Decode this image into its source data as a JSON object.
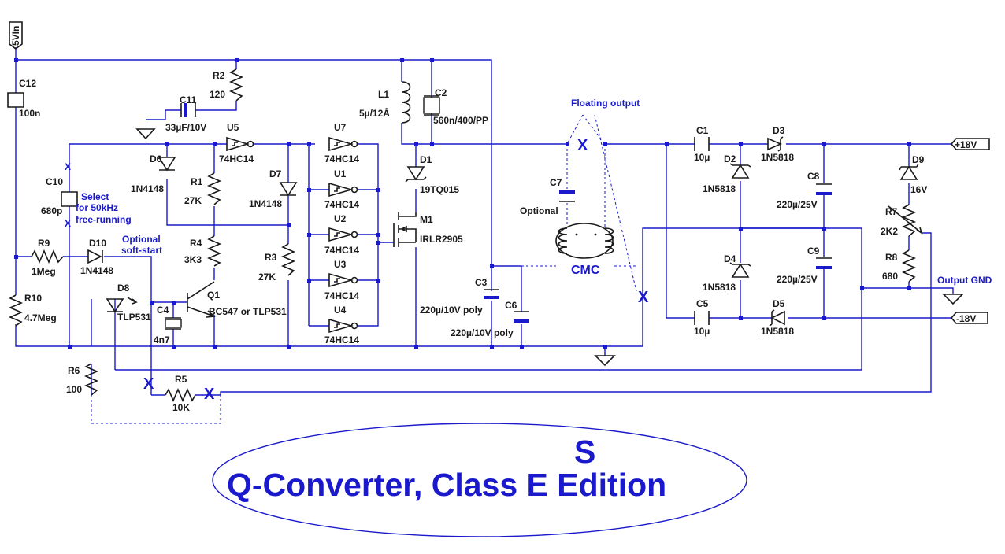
{
  "title": {
    "line1": "S",
    "line2": "Q-Converter, Class E Edition"
  },
  "ports": {
    "vin": "5VIn",
    "pos": "+18V",
    "neg": "-18V"
  },
  "notes": {
    "select1": "Select",
    "select2": "for 50kHz",
    "select3": "free-running",
    "softstart1": "Optional",
    "softstart2": "soft-start",
    "floating": "Floating output",
    "optional_c7": "Optional",
    "cmc": "CMC",
    "output_gnd": "Output GND",
    "x_mark": "X"
  },
  "components": {
    "C12": {
      "ref": "C12",
      "value": "100n"
    },
    "R2": {
      "ref": "R2",
      "value": "120"
    },
    "C11": {
      "ref": "C11",
      "value": "33µF/10V"
    },
    "U5": {
      "ref": "U5",
      "value": "74HC14"
    },
    "U7": {
      "ref": "U7",
      "value": "74HC14"
    },
    "U1": {
      "ref": "U1",
      "value": "74HC14"
    },
    "U2": {
      "ref": "U2",
      "value": "74HC14"
    },
    "U3": {
      "ref": "U3",
      "value": "74HC14"
    },
    "U4": {
      "ref": "U4",
      "value": "74HC14"
    },
    "L1": {
      "ref": "L1",
      "value": "5µ/12Â"
    },
    "C2": {
      "ref": "C2",
      "value": "560n/400/PP"
    },
    "D6": {
      "ref": "D6",
      "value": "1N4148"
    },
    "R1": {
      "ref": "R1",
      "value": "27K"
    },
    "D7": {
      "ref": "D7",
      "value": "1N4148"
    },
    "C10": {
      "ref": "C10",
      "value": "680p"
    },
    "R9": {
      "ref": "R9",
      "value": "1Meg"
    },
    "D10": {
      "ref": "D10",
      "value": "1N4148"
    },
    "R4": {
      "ref": "R4",
      "value": "3K3"
    },
    "R3": {
      "ref": "R3",
      "value": "27K"
    },
    "D1": {
      "ref": "D1",
      "value": "19TQ015"
    },
    "M1": {
      "ref": "M1",
      "value": "IRLR2905"
    },
    "C7": {
      "ref": "C7",
      "value": ""
    },
    "D8": {
      "ref": "D8",
      "value": "TLP531"
    },
    "R10": {
      "ref": "R10",
      "value": "4.7Meg"
    },
    "C4": {
      "ref": "C4",
      "value": "4n7"
    },
    "Q1": {
      "ref": "Q1",
      "value": "BC547 or TLP531"
    },
    "C3": {
      "ref": "C3",
      "value": "220µ/10V poly"
    },
    "C6": {
      "ref": "C6",
      "value": "220µ/10V poly"
    },
    "R6": {
      "ref": "R6",
      "value": "100"
    },
    "R5": {
      "ref": "R5",
      "value": "10K"
    },
    "C1": {
      "ref": "C1",
      "value": "10µ"
    },
    "D3": {
      "ref": "D3",
      "value": "1N5818"
    },
    "D2": {
      "ref": "D2",
      "value": "1N5818"
    },
    "C8": {
      "ref": "C8",
      "value": "220µ/25V"
    },
    "D9": {
      "ref": "D9",
      "value": "16V"
    },
    "R7": {
      "ref": "R7",
      "value": "2K2"
    },
    "R8": {
      "ref": "R8",
      "value": "680"
    },
    "D4": {
      "ref": "D4",
      "value": "1N5818"
    },
    "C9": {
      "ref": "C9",
      "value": "220µ/25V"
    },
    "C5": {
      "ref": "C5",
      "value": "10µ"
    },
    "D5": {
      "ref": "D5",
      "value": "1N5818"
    }
  }
}
